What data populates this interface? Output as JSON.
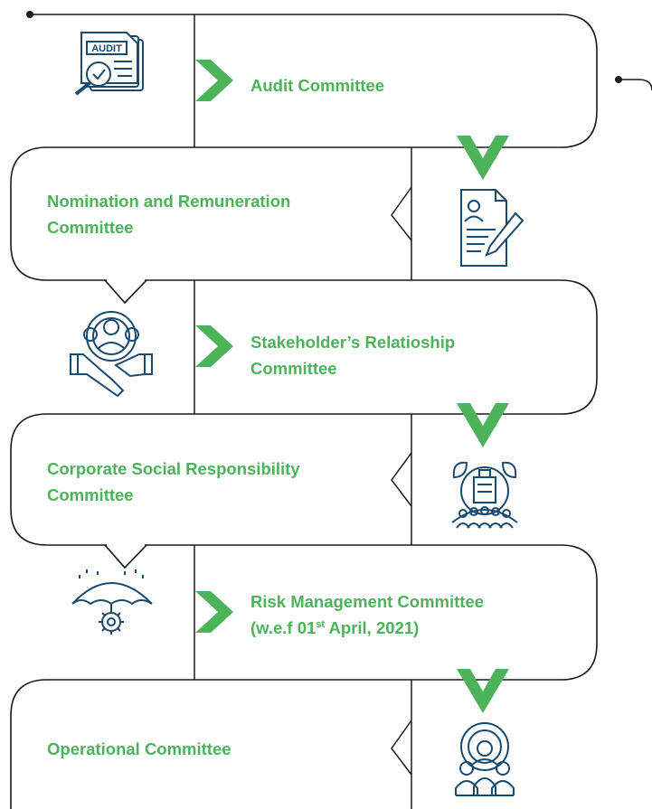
{
  "committees": [
    {
      "label": "Audit Committee",
      "icon": "audit-document-icon"
    },
    {
      "label": "Nomination and Remuneration Committee",
      "icon": "profile-document-pen-icon"
    },
    {
      "label": "Stakeholder’s Relatioship Committee",
      "icon": "people-handshake-gear-icon"
    },
    {
      "label": "Corporate Social Responsibility Committee",
      "icon": "globe-community-icon"
    },
    {
      "label_main": "Risk Management Committee",
      "label_prefix": "(w.e.f 01",
      "label_sup": "st",
      "label_suffix": " April, 2021)",
      "icon": "umbrella-gear-icon"
    },
    {
      "label": "Operational Committee",
      "icon": "team-gear-icon"
    }
  ],
  "icon_labels": {
    "audit": "AUDIT"
  },
  "colors": {
    "accent": "#4cb35b",
    "outline": "#1b1b1b",
    "icon": "#1a4a6e"
  }
}
